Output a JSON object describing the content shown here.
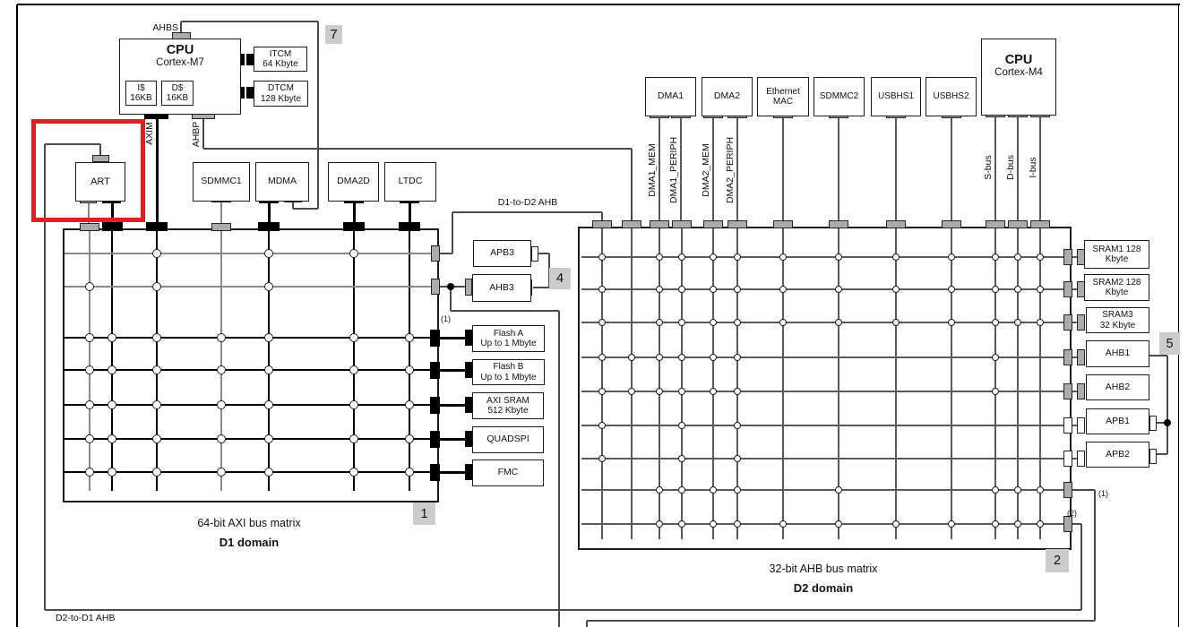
{
  "blocks": [
    {
      "id": "cpu-m7",
      "lines": [
        "CPU",
        "Cortex-M7"
      ],
      "cpu": true
    },
    {
      "id": "i-cache",
      "lines": [
        "I$",
        "16KB"
      ]
    },
    {
      "id": "d-cache",
      "lines": [
        "D$",
        "16KB"
      ]
    },
    {
      "id": "itcm",
      "lines": [
        "ITCM",
        "64 Kbyte"
      ]
    },
    {
      "id": "dtcm",
      "lines": [
        "DTCM",
        "128 Kbyte"
      ]
    },
    {
      "id": "art",
      "lines": [
        "ART"
      ]
    },
    {
      "id": "sdmmc1",
      "lines": [
        "SDMMC1"
      ]
    },
    {
      "id": "mdma",
      "lines": [
        "MDMA"
      ]
    },
    {
      "id": "dma2d",
      "lines": [
        "DMA2D"
      ]
    },
    {
      "id": "ltdc",
      "lines": [
        "LTDC"
      ]
    },
    {
      "id": "apb3",
      "lines": [
        "APB3"
      ]
    },
    {
      "id": "ahb3",
      "lines": [
        "AHB3"
      ]
    },
    {
      "id": "flash-a",
      "lines": [
        "Flash A",
        "Up to 1 Mbyte"
      ]
    },
    {
      "id": "flash-b",
      "lines": [
        "Flash B",
        "Up to 1 Mbyte"
      ]
    },
    {
      "id": "axi-sram",
      "lines": [
        "AXI SRAM",
        "512 Kbyte"
      ]
    },
    {
      "id": "quadspi",
      "lines": [
        "QUADSPI"
      ]
    },
    {
      "id": "fmc",
      "lines": [
        "FMC"
      ]
    },
    {
      "id": "dma1",
      "lines": [
        "DMA1"
      ]
    },
    {
      "id": "dma2",
      "lines": [
        "DMA2"
      ]
    },
    {
      "id": "ethernet-mac",
      "lines": [
        "Ethernet",
        "MAC"
      ]
    },
    {
      "id": "sdmmc2",
      "lines": [
        "SDMMC2"
      ]
    },
    {
      "id": "usbhs1",
      "lines": [
        "USBHS1"
      ]
    },
    {
      "id": "usbhs2",
      "lines": [
        "USBHS2"
      ]
    },
    {
      "id": "cpu-m4",
      "lines": [
        "CPU",
        "Cortex-M4"
      ],
      "cpu": true
    },
    {
      "id": "sram1",
      "lines": [
        "SRAM1 128",
        "Kbyte"
      ]
    },
    {
      "id": "sram2",
      "lines": [
        "SRAM2 128",
        "Kbyte"
      ]
    },
    {
      "id": "sram3",
      "lines": [
        "SRAM3",
        "32 Kbyte"
      ]
    },
    {
      "id": "ahb1",
      "lines": [
        "AHB1"
      ]
    },
    {
      "id": "ahb2",
      "lines": [
        "AHB2"
      ]
    },
    {
      "id": "apb1",
      "lines": [
        "APB1"
      ]
    },
    {
      "id": "apb2",
      "lines": [
        "APB2"
      ]
    }
  ],
  "port_labels": {
    "ahbs": "AHBS",
    "axim": "AXIM",
    "ahbp": "AHBP"
  },
  "bus_labels": {
    "d1_to_d2": "D1-to-D2 AHB",
    "d2_to_d1": "D2-to-D1 AHB"
  },
  "wire_labels": [
    "DMA1_MEM",
    "DMA1_PERIPH",
    "DMA2_MEM",
    "DMA2_PERIPH",
    "S-bus",
    "D-bus",
    "I-bus"
  ],
  "badges": {
    "b1": "1",
    "b2": "2",
    "b4": "4",
    "b5": "5",
    "b7": "7"
  },
  "footnotes": {
    "fn1_d1": "(1)",
    "fn1_d2": "(1)",
    "fn2_d2": "(2)"
  },
  "matrices": {
    "d1": {
      "caption": "64-bit AXI bus matrix",
      "domain": "D1 domain",
      "dots_by_row": [
        [
          2,
          4,
          5
        ],
        [
          0,
          2,
          4
        ],
        [
          0,
          1,
          2,
          3,
          4,
          5,
          6
        ],
        [
          0,
          1,
          2,
          3,
          4,
          5,
          6
        ],
        [
          0,
          1,
          2,
          3,
          4,
          5,
          6
        ],
        [
          0,
          1,
          2,
          3,
          4,
          5,
          6
        ],
        [
          0,
          1,
          2,
          3,
          4,
          5,
          6
        ]
      ]
    },
    "d2": {
      "caption": "32-bit AHB bus matrix",
      "domain": "D2 domain",
      "dots_by_row": [
        [
          0,
          2,
          3,
          4,
          5,
          6,
          7,
          8,
          9,
          10,
          11,
          12
        ],
        [
          0,
          2,
          3,
          4,
          5,
          6,
          7,
          8,
          9,
          10,
          11,
          12
        ],
        [
          0,
          2,
          3,
          4,
          5,
          6,
          7,
          8,
          9,
          10,
          11,
          12
        ],
        [
          0,
          1,
          2,
          3,
          4,
          5,
          10
        ],
        [
          0,
          1,
          2,
          3,
          4,
          5,
          10
        ],
        [
          0,
          3,
          5
        ],
        [
          0,
          3,
          5
        ],
        [
          2,
          3,
          4,
          5,
          7,
          10,
          11,
          12
        ],
        [
          2,
          3,
          4,
          5,
          6,
          7,
          8,
          9,
          10,
          11,
          12
        ]
      ]
    }
  },
  "colors": {
    "highlight_red": "#e02020",
    "port_gray": "#ababab",
    "badge_bg": "#cccccc"
  }
}
